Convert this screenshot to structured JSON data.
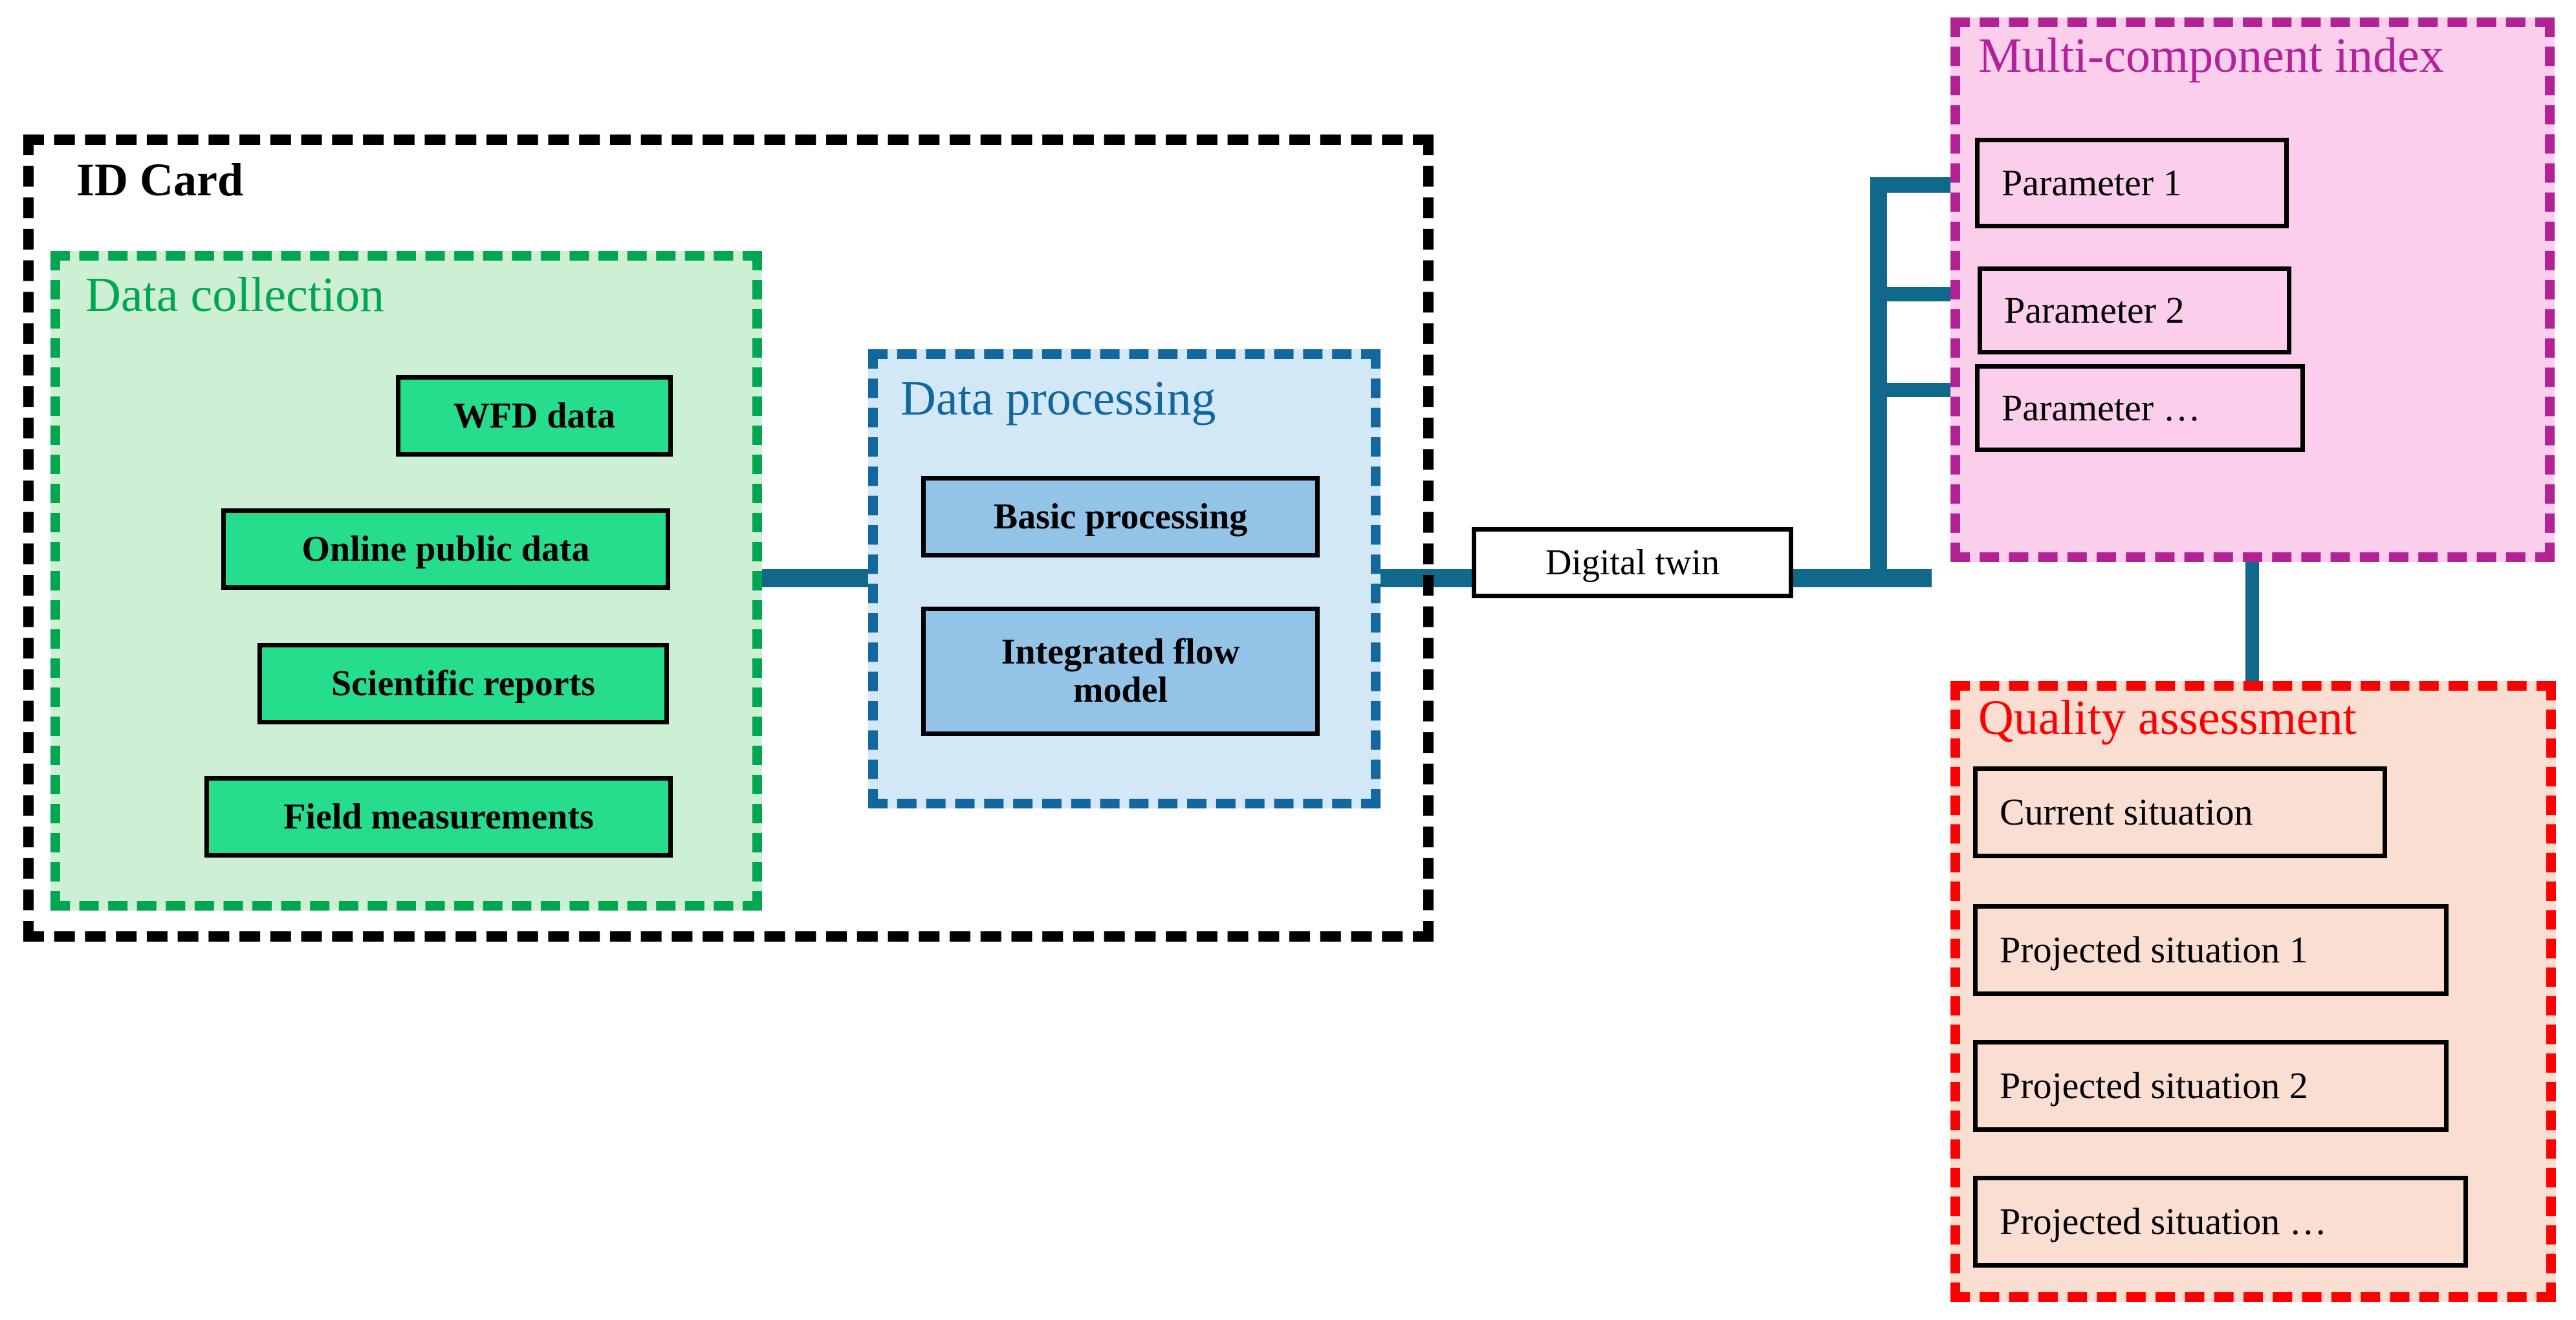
{
  "diagram": {
    "title_text": "",
    "colors": {
      "id_card_border": "#000000",
      "data_collection_border": "#00a650",
      "data_collection_fill": "#cdf0d4",
      "data_collection_box_fill": "#25dd8d",
      "data_processing_border": "#12679f",
      "data_processing_fill": "#d3e8f7",
      "data_processing_box_fill": "#93c4e8",
      "mc_index_border": "#b3229a",
      "mc_index_fill": "#fbcfeb",
      "quality_border": "#ff0000",
      "quality_fill": "#fbded2",
      "connector": "#10688a",
      "box_border": "#000000"
    }
  },
  "id_card": {
    "title": "ID Card"
  },
  "data_collection": {
    "title": "Data collection",
    "items": [
      {
        "label": "WFD data"
      },
      {
        "label": "Online public data"
      },
      {
        "label": "Scientific reports"
      },
      {
        "label": "Field measurements"
      }
    ]
  },
  "data_processing": {
    "title": "Data processing",
    "items": [
      {
        "label": "Basic processing"
      },
      {
        "label": "Integrated flow model"
      }
    ]
  },
  "digital_twin": {
    "label": "Digital twin"
  },
  "mc_index": {
    "title": "Multi-component index",
    "items": [
      {
        "label": "Parameter 1"
      },
      {
        "label": "Parameter 2"
      },
      {
        "label": "Parameter …"
      }
    ]
  },
  "quality_assessment": {
    "title": "Quality assessment",
    "items": [
      {
        "label": "Current situation"
      },
      {
        "label": "Projected situation 1"
      },
      {
        "label": "Projected situation 2"
      },
      {
        "label": "Projected situation …"
      }
    ]
  }
}
